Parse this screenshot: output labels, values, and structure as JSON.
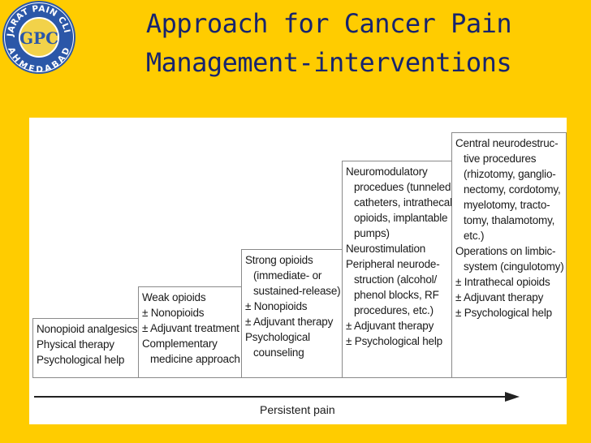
{
  "slide": {
    "title_line1": "Approach for Cancer Pain",
    "title_line2": "Management-interventions"
  },
  "logo": {
    "text_top": "GUJARAT PAIN CLINIC",
    "text_bottom": "AHMEDABAD",
    "monogram": "GPC",
    "ring_color": "#2B57A8",
    "inner_color": "#F2D24A"
  },
  "steps": [
    {
      "lines": [
        "Nonopioid analgesics",
        "Physical therapy",
        "Psychological help"
      ]
    },
    {
      "lines": [
        "Weak opioids",
        "± Nonopioids",
        "± Adjuvant treatment",
        "Complementary",
        "medicine approach"
      ]
    },
    {
      "lines": [
        "Strong opioids",
        "(immediate- or",
        "sustained-release)",
        "± Nonopioids",
        "± Adjuvant therapy",
        "Psychological",
        "counseling"
      ]
    },
    {
      "lines": [
        "Neuromodulatory",
        "procedues (tunneled",
        "catheters, intrathecal",
        "opioids, implantable",
        "pumps)",
        "Neurostimulation",
        "Peripheral neurode-",
        "struction (alcohol/",
        "phenol blocks, RF",
        "procedures, etc.)",
        "± Adjuvant therapy",
        "± Psychological help"
      ]
    },
    {
      "lines": [
        "Central neurodestruc-",
        "tive procedures",
        "(rhizotomy, ganglio-",
        "nectomy, cordotomy,",
        "myelotomy, tracto-",
        "tomy, thalamotomy,",
        "etc.)",
        "Operations on limbic-",
        "system (cingulotomy)",
        "± Intrathecal opioids",
        "± Adjuvant therapy",
        "± Psychological help"
      ]
    }
  ],
  "axis": {
    "label": "Persistent pain"
  }
}
